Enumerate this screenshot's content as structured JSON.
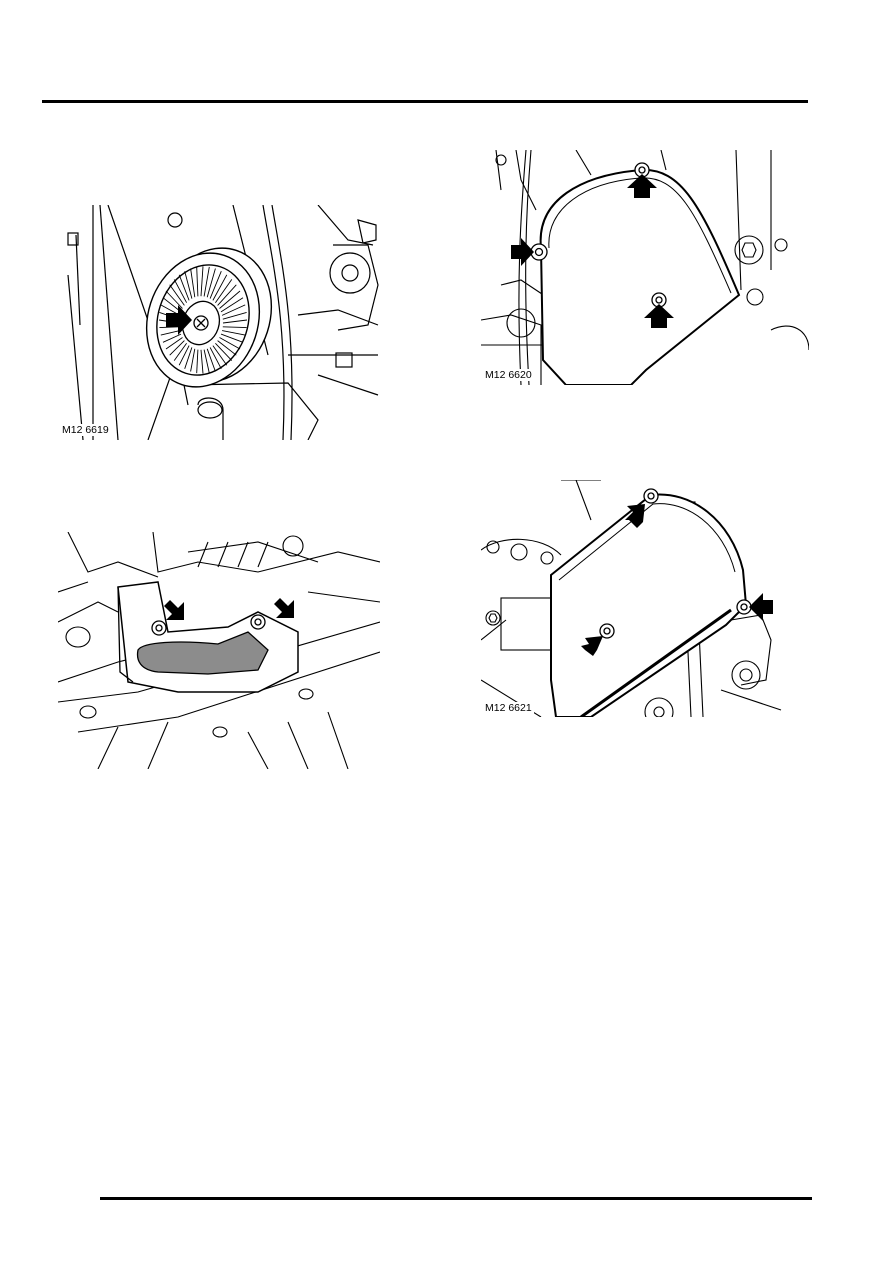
{
  "figures": [
    {
      "id": "fig1",
      "label": "M12 6619",
      "subject": "auxiliary drive belt idler pulley",
      "arrows": 1
    },
    {
      "id": "fig2",
      "label": "M12 6620",
      "subject": "timing belt upper cover",
      "arrows": 3
    },
    {
      "id": "fig3",
      "label": "",
      "subject": "engine mounting bracket",
      "arrows": 2
    },
    {
      "id": "fig4",
      "label": "M12 6621",
      "subject": "timing belt rear cover",
      "arrows": 3
    }
  ],
  "colors": {
    "line": "#000000",
    "fill": "#ffffff",
    "shade": "#8c8c8c"
  }
}
